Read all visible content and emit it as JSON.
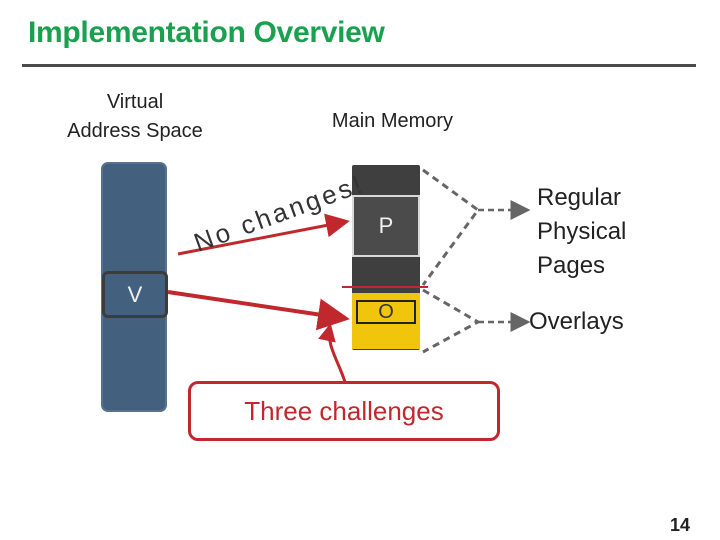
{
  "slide": {
    "title": "Implementation Overview",
    "page_number": "14"
  },
  "diagram": {
    "vas_label_line1": "Virtual",
    "vas_label_line2": "Address Space",
    "main_memory_label": "Main Memory",
    "v_label": "V",
    "p_label": "P",
    "o_label": "O",
    "no_changes_text": "No changes!",
    "regular_line1": "Regular",
    "regular_line2": "Physical",
    "regular_line3": "Pages",
    "overlays_label": "Overlays",
    "challenges_label": "Three challenges"
  },
  "colors": {
    "title_green": "#1aa150",
    "vas_blue": "#43617f",
    "memory_gray": "#3f3f3f",
    "overlay_yellow": "#f2c50d",
    "accent_red": "#c0282d"
  }
}
